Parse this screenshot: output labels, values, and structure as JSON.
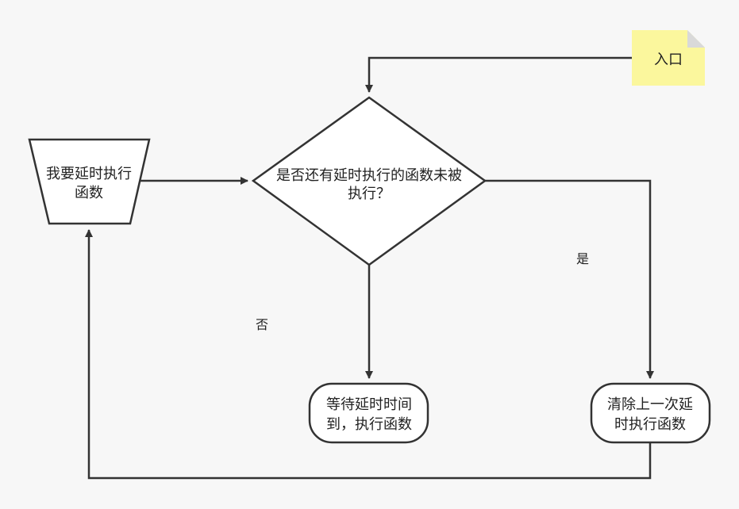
{
  "diagram": {
    "colors": {
      "background": "#f7f7f7",
      "stroke": "#333333",
      "node_fill": "#ffffff",
      "note_fill": "#fbf79d",
      "note_fold": "#d9d9d9",
      "text": "#222222"
    },
    "nodes": {
      "entry": {
        "label": "入口"
      },
      "decision": {
        "line1": "是否还有延时执行的函数未被",
        "line2": "执行？"
      },
      "trigger": {
        "line1": "我要延时执行",
        "line2": "函数"
      },
      "wait": {
        "line1": "等待延时时间",
        "line2": "到，执行函数"
      },
      "clear": {
        "line1": "清除上一次延",
        "line2": "时执行函数"
      }
    },
    "edge_labels": {
      "yes": "是",
      "no": "否"
    }
  }
}
